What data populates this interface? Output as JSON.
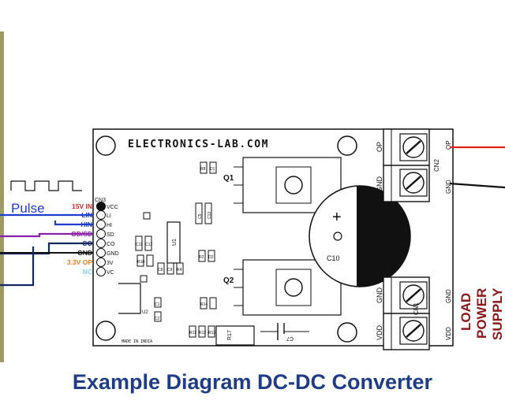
{
  "title": "Example Diagram DC-DC Converter",
  "board": {
    "brand": "ELECTRONICS-LAB.COM",
    "made_in": "MADE IN INDIA",
    "header_ref": "CN3",
    "header_pins": [
      "VCC",
      "LI",
      "HI",
      "SD",
      "CO",
      "GND",
      "3V",
      "VC"
    ],
    "refs": {
      "q1": "Q1",
      "q2": "Q2",
      "c10": "C10",
      "c7": "C7",
      "u1": "U1",
      "u2": "U2",
      "r17": "R17",
      "cn1": "CN1",
      "cn2": "CN2",
      "r8": "R8",
      "d1": "D1",
      "c5": "C5",
      "c13": "C13",
      "c11": "C11",
      "c12": "C12",
      "r10": "R10",
      "r11": "R11",
      "r12": "R12",
      "r13": "R13",
      "r14": "R14",
      "r2": "R2",
      "c8": "C8",
      "c9": "C9",
      "c1": "C1",
      "c2": "C2",
      "r4": "R4",
      "d2": "D2"
    },
    "polarity": "+",
    "cn2_labels": [
      "OP",
      "GND"
    ],
    "cn1_labels": [
      "GND",
      "VDD"
    ]
  },
  "left_labels": {
    "pulse": "Pulse",
    "vin": "15V IN",
    "lin": "LIN",
    "hin": "HIN",
    "od": "OD/SD",
    "co": "CO",
    "gnd": "GND",
    "v33": "3.3V OP",
    "nc": "NC"
  },
  "right_labels": {
    "op": "OP",
    "gnd": "GND",
    "load": "LOAD",
    "power": "POWER",
    "supply": "SUPPLY"
  },
  "colors": {
    "title": "#1f3d86",
    "vin": "#d8231f",
    "blue": "#1f3ccf",
    "purple": "#8a1fa8",
    "dark_blue": "#10285e",
    "orange": "#ef7d1a",
    "cyan": "#7fd3ef",
    "maroon": "#8c1a1a",
    "red_wire": "#e0231f"
  }
}
